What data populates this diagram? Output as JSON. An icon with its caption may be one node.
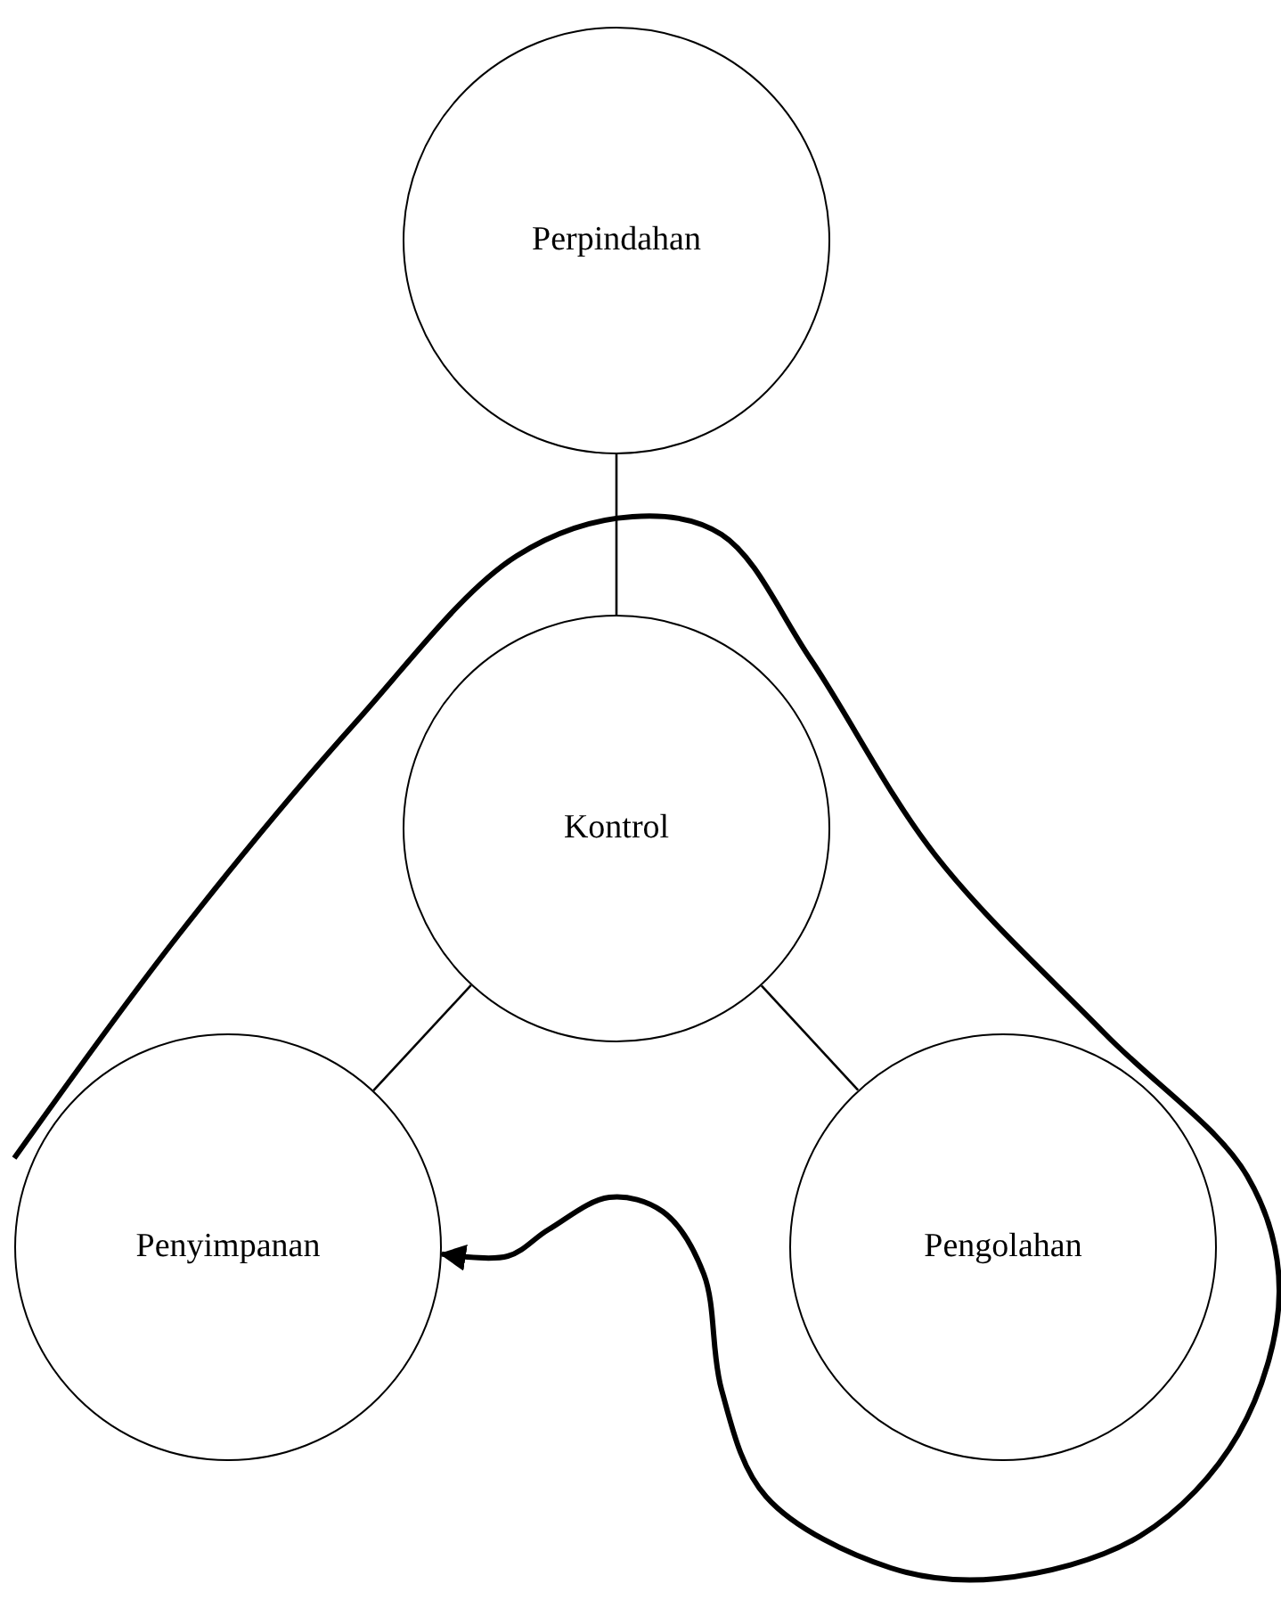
{
  "diagram": {
    "nodes": [
      {
        "text": [
          "Perpindahan"
        ]
      },
      {
        "text": [
          "Kontrol"
        ]
      },
      {
        "text": [
          "Penyimpanan"
        ]
      },
      {
        "text": [
          "Pengolahan"
        ]
      }
    ],
    "edges": [
      {
        "from": 0,
        "to": 1,
        "arrow": "none"
      },
      {
        "from": 1,
        "to": 2,
        "arrow": "none"
      },
      {
        "from": 1,
        "to": 3,
        "arrow": "none"
      },
      {
        "from": null,
        "to": 2,
        "arrow": "to",
        "style": "thick"
      }
    ]
  }
}
